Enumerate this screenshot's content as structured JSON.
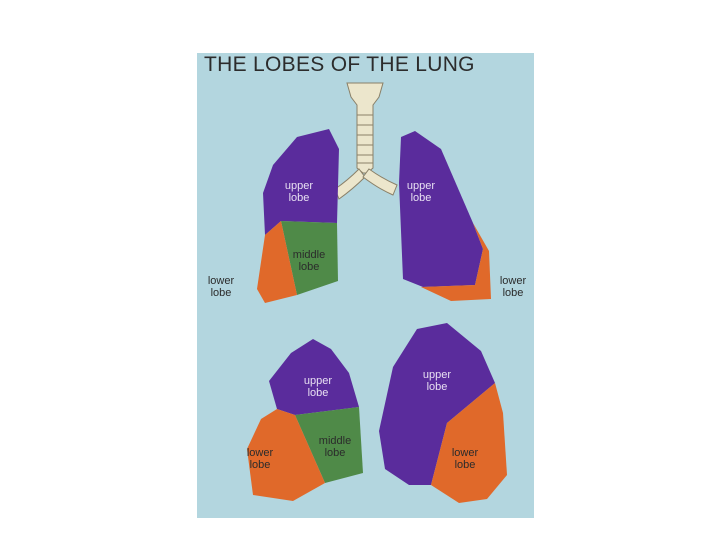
{
  "title": "THE LOBES OF THE LUNG",
  "colors": {
    "background": "#b3d6df",
    "upper_lobe": "#5a2c9c",
    "middle_lobe": "#4f8a48",
    "lower_lobe": "#e0692a",
    "trachea": "#ece6cc"
  },
  "labels": {
    "front_right_upper": [
      "upper",
      "lobe"
    ],
    "front_right_middle": [
      "middle",
      "lobe"
    ],
    "front_right_lower": [
      "lower",
      "lobe"
    ],
    "front_left_upper": [
      "upper",
      "lobe"
    ],
    "front_left_lower": [
      "lower",
      "lobe"
    ],
    "side_right_upper": [
      "upper",
      "lobe"
    ],
    "side_right_middle": [
      "middle",
      "lobe"
    ],
    "side_right_lower": [
      "lower",
      "lobe"
    ],
    "side_left_upper": [
      "upper",
      "lobe"
    ],
    "side_left_lower": [
      "lower",
      "lobe"
    ]
  }
}
